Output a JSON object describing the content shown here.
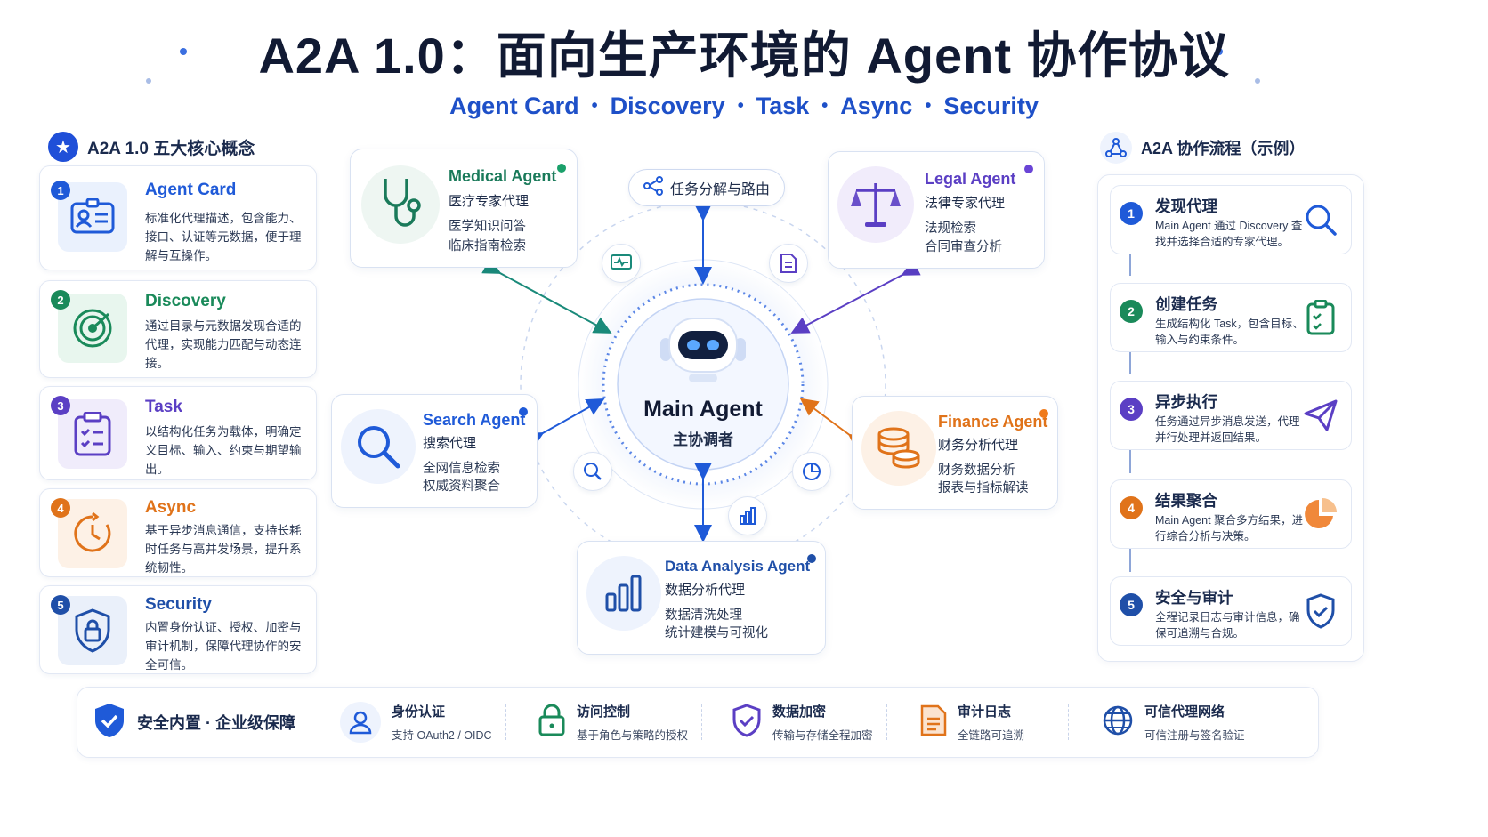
{
  "header": {
    "title": "A2A 1.0：面向生产环境的 Agent 协作协议",
    "subtitle_items": [
      "Agent Card",
      "Discovery",
      "Task",
      "Async",
      "Security"
    ],
    "subtitle_sep": "•"
  },
  "left": {
    "heading": "A2A 1.0 五大核心概念",
    "cards": [
      {
        "num": "1",
        "title": "Agent Card",
        "desc": "标准化代理描述，包含能力、接口、认证等元数据，便于理解与互操作。",
        "color": "#1f5ad8",
        "bg": "#eaf1fd",
        "icon": "id-card-icon"
      },
      {
        "num": "2",
        "title": "Discovery",
        "desc": "通过目录与元数据发现合适的代理，实现能力匹配与动态连接。",
        "color": "#1a8a5a",
        "bg": "#e8f6ee",
        "icon": "radar-icon"
      },
      {
        "num": "3",
        "title": "Task",
        "desc": "以结构化任务为载体，明确定义目标、输入、约束与期望输出。",
        "color": "#5b3fc4",
        "bg": "#f0ecfb",
        "icon": "clipboard-icon"
      },
      {
        "num": "4",
        "title": "Async",
        "desc": "基于异步消息通信，支持长耗时任务与高并发场景，提升系统韧性。",
        "color": "#e0731a",
        "bg": "#fdf1e6",
        "icon": "clock-icon"
      },
      {
        "num": "5",
        "title": "Security",
        "desc": "内置身份认证、授权、加密与审计机制，保障代理协作的安全可信。",
        "color": "#1f4fa8",
        "bg": "#eaf0fa",
        "icon": "shield-lock-icon"
      }
    ]
  },
  "center": {
    "main_agent": {
      "name": "Main Agent",
      "role": "主协调者",
      "icon": "robot-icon"
    },
    "routing_pill": "任务分解与路由",
    "agents": [
      {
        "key": "medical",
        "name": "Medical Agent",
        "role": "医疗专家代理",
        "lines": [
          "医学知识问答",
          "临床指南检索"
        ],
        "color": "#1a7a5a",
        "icon": "stethoscope-icon"
      },
      {
        "key": "legal",
        "name": "Legal Agent",
        "role": "法律专家代理",
        "lines": [
          "法规检索",
          "合同审查分析"
        ],
        "color": "#5b3fc4",
        "icon": "scales-icon"
      },
      {
        "key": "search",
        "name": "Search Agent",
        "role": "搜索代理",
        "lines": [
          "全网信息检索",
          "权威资料聚合"
        ],
        "color": "#1f5ad8",
        "icon": "magnifier-icon"
      },
      {
        "key": "finance",
        "name": "Finance Agent",
        "role": "财务分析代理",
        "lines": [
          "财务数据分析",
          "报表与指标解读"
        ],
        "color": "#e0731a",
        "icon": "coins-icon"
      },
      {
        "key": "data",
        "name": "Data Analysis Agent",
        "role": "数据分析代理",
        "lines": [
          "数据清洗处理",
          "统计建模与可视化"
        ],
        "color": "#1f4fa8",
        "icon": "bar-chart-icon"
      }
    ]
  },
  "right": {
    "heading": "A2A 协作流程（示例）",
    "steps": [
      {
        "num": "1",
        "title": "发现代理",
        "desc": "Main Agent 通过 Discovery 查找并选择合适的专家代理。",
        "color": "#1f5ad8",
        "icon": "search-icon"
      },
      {
        "num": "2",
        "title": "创建任务",
        "desc": "生成结构化 Task，包含目标、输入与约束条件。",
        "color": "#1a8a5a",
        "icon": "checklist-icon"
      },
      {
        "num": "3",
        "title": "异步执行",
        "desc": "任务通过异步消息发送，代理并行处理并返回结果。",
        "color": "#5b3fc4",
        "icon": "paper-plane-icon"
      },
      {
        "num": "4",
        "title": "结果聚合",
        "desc": "Main Agent 聚合多方结果，进行综合分析与决策。",
        "color": "#e0731a",
        "icon": "pie-chart-icon"
      },
      {
        "num": "5",
        "title": "安全与审计",
        "desc": "全程记录日志与审计信息，确保可追溯与合规。",
        "color": "#1f4fa8",
        "icon": "shield-check-icon"
      }
    ]
  },
  "bottom": {
    "lead": "安全内置 · 企业级保障",
    "items": [
      {
        "title": "身份认证",
        "sub": "支持 OAuth2 / OIDC",
        "icon": "user-icon"
      },
      {
        "title": "访问控制",
        "sub": "基于角色与策略的授权",
        "icon": "lock-icon"
      },
      {
        "title": "数据加密",
        "sub": "传输与存储全程加密",
        "icon": "shield-check-icon"
      },
      {
        "title": "审计日志",
        "sub": "全链路可追溯",
        "icon": "document-icon"
      },
      {
        "title": "可信代理网络",
        "sub": "可信注册与签名验证",
        "icon": "globe-icon"
      }
    ]
  }
}
